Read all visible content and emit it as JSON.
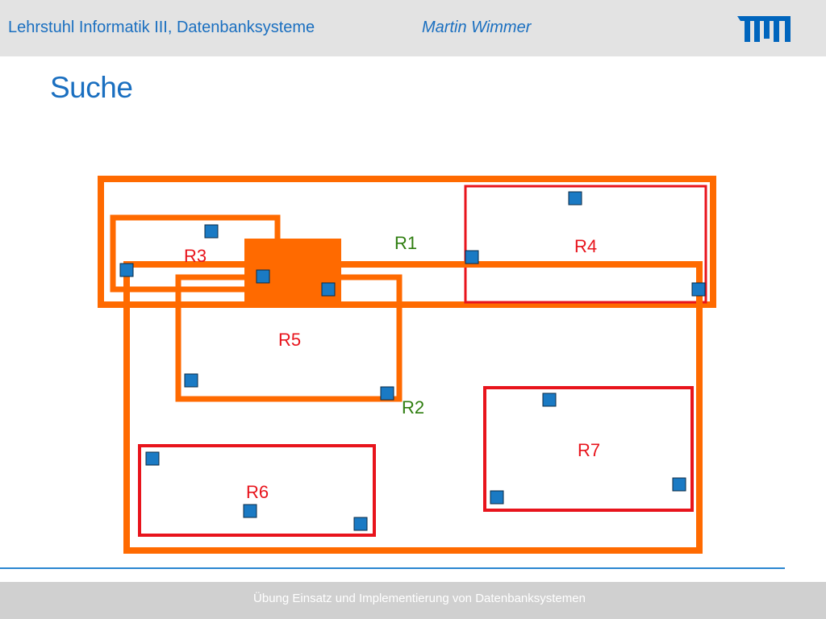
{
  "header": {
    "chair": "Lehrstuhl Informatik III, Datenbanksysteme",
    "author": "Martin Wimmer"
  },
  "logo": {
    "icon": "tum-logo-icon",
    "color": "#0065bd"
  },
  "title": "Suche",
  "diagram": {
    "colors": {
      "inner_node": "#ff6a00",
      "leaf": "#e8141c",
      "point": "#1a7ac4",
      "group_label": "#2e7d0f"
    },
    "labels": {
      "R1": "R1",
      "R2": "R2",
      "R3": "R3",
      "R4": "R4",
      "R5": "R5",
      "R6": "R6",
      "R7": "R7"
    }
  },
  "footer": {
    "text": "Übung Einsatz und Implementierung von Datenbanksystemen"
  }
}
